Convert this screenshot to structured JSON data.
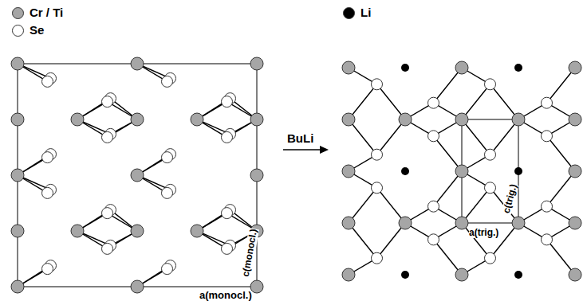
{
  "diagram": {
    "labels": [
      "BuLi",
      "c(monocl.)",
      "a(monocl.)",
      "c(trig.)",
      "a(trig.)"
    ],
    "legend": [
      {
        "text": "Cr / Ti",
        "color": "#a6a6a6"
      },
      {
        "text": "Se",
        "color": "#ffffff"
      },
      {
        "text": "Li",
        "color": "#000000"
      }
    ]
  }
}
